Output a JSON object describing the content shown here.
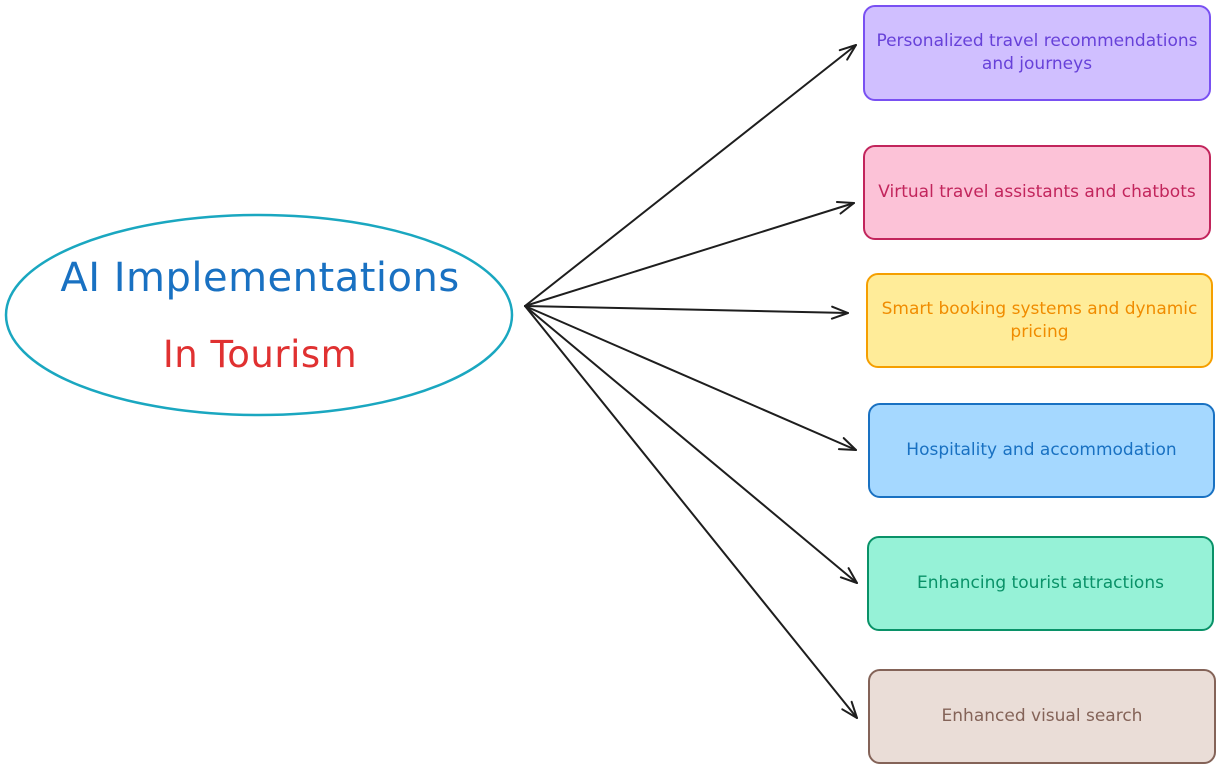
{
  "center": {
    "title": "AI Implementations",
    "subtitle": "In Tourism",
    "title_color": "#1971c2",
    "subtitle_color": "#e03131",
    "outline_color": "#1aa7c0"
  },
  "nodes": [
    {
      "label": "Personalized travel recommendations and journeys",
      "text_color": "#6741d9",
      "border_color": "#7950f2",
      "fill_color": "#d0bfff"
    },
    {
      "label": "Virtual travel assistants and chatbots",
      "text_color": "#c2255c",
      "border_color": "#c2255c",
      "fill_color": "#fcc2d7"
    },
    {
      "label": "Smart booking systems and dynamic pricing",
      "text_color": "#f08c00",
      "border_color": "#f59f00",
      "fill_color": "#ffec99"
    },
    {
      "label": "Hospitality and accommodation",
      "text_color": "#1971c2",
      "border_color": "#1971c2",
      "fill_color": "#a5d8ff"
    },
    {
      "label": "Enhancing tourist attractions",
      "text_color": "#099268",
      "border_color": "#099268",
      "fill_color": "#96f2d7"
    },
    {
      "label": "Enhanced visual search",
      "text_color": "#846358",
      "border_color": "#846358",
      "fill_color": "#eaddd7"
    }
  ],
  "arrow_color": "#1e1e1e"
}
